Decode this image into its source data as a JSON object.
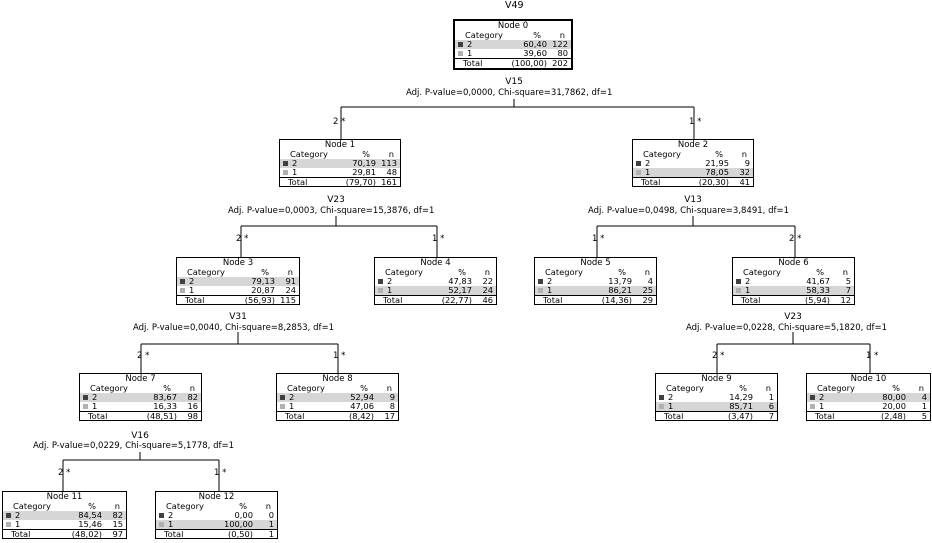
{
  "target": "V49",
  "header": {
    "category": "Category",
    "pct": "%",
    "n": "n"
  },
  "total_label": "Total",
  "nodes": {
    "n0": {
      "title": "Node 0",
      "r2_pct": "60,40",
      "r2_n": "122",
      "r1_pct": "39,60",
      "r1_n": "80",
      "t_pct": "(100,00)",
      "t_n": "202"
    },
    "n1": {
      "title": "Node 1",
      "r2_pct": "70,19",
      "r2_n": "113",
      "r1_pct": "29,81",
      "r1_n": "48",
      "t_pct": "(79,70)",
      "t_n": "161"
    },
    "n2": {
      "title": "Node 2",
      "r2_pct": "21,95",
      "r2_n": "9",
      "r1_pct": "78,05",
      "r1_n": "32",
      "t_pct": "(20,30)",
      "t_n": "41"
    },
    "n3": {
      "title": "Node 3",
      "r2_pct": "79,13",
      "r2_n": "91",
      "r1_pct": "20,87",
      "r1_n": "24",
      "t_pct": "(56,93)",
      "t_n": "115"
    },
    "n4": {
      "title": "Node 4",
      "r2_pct": "47,83",
      "r2_n": "22",
      "r1_pct": "52,17",
      "r1_n": "24",
      "t_pct": "(22,77)",
      "t_n": "46"
    },
    "n5": {
      "title": "Node 5",
      "r2_pct": "13,79",
      "r2_n": "4",
      "r1_pct": "86,21",
      "r1_n": "25",
      "t_pct": "(14,36)",
      "t_n": "29"
    },
    "n6": {
      "title": "Node 6",
      "r2_pct": "41,67",
      "r2_n": "5",
      "r1_pct": "58,33",
      "r1_n": "7",
      "t_pct": "(5,94)",
      "t_n": "12"
    },
    "n7": {
      "title": "Node 7",
      "r2_pct": "83,67",
      "r2_n": "82",
      "r1_pct": "16,33",
      "r1_n": "16",
      "t_pct": "(48,51)",
      "t_n": "98"
    },
    "n8": {
      "title": "Node 8",
      "r2_pct": "52,94",
      "r2_n": "9",
      "r1_pct": "47,06",
      "r1_n": "8",
      "t_pct": "(8,42)",
      "t_n": "17"
    },
    "n9": {
      "title": "Node 9",
      "r2_pct": "14,29",
      "r2_n": "1",
      "r1_pct": "85,71",
      "r1_n": "6",
      "t_pct": "(3,47)",
      "t_n": "7"
    },
    "n10": {
      "title": "Node 10",
      "r2_pct": "80,00",
      "r2_n": "4",
      "r1_pct": "20,00",
      "r1_n": "1",
      "t_pct": "(2,48)",
      "t_n": "5"
    },
    "n11": {
      "title": "Node 11",
      "r2_pct": "84,54",
      "r2_n": "82",
      "r1_pct": "15,46",
      "r1_n": "15",
      "t_pct": "(48,02)",
      "t_n": "97"
    },
    "n12": {
      "title": "Node 12",
      "r2_pct": "0,00",
      "r2_n": "0",
      "r1_pct": "100,00",
      "r1_n": "1",
      "t_pct": "(0,50)",
      "t_n": "1"
    }
  },
  "categories": {
    "c2": "2",
    "c1": "1"
  },
  "splits": {
    "s0": {
      "var": "V15",
      "stat": "Adj. P-value=0,0000, Chi-square=31,7862, df=1",
      "left": "2 *",
      "right": "1 *"
    },
    "s1": {
      "var": "V23",
      "stat": "Adj. P-value=0,0003, Chi-square=15,3876, df=1",
      "left": "2 *",
      "right": "1 *"
    },
    "s2": {
      "var": "V13",
      "stat": "Adj. P-value=0,0498, Chi-square=3,8491, df=1",
      "left": "1 *",
      "right": "2 *"
    },
    "s3": {
      "var": "V31",
      "stat": "Adj. P-value=0,0040, Chi-square=8,2853, df=1",
      "left": "2 *",
      "right": "1 *"
    },
    "s6": {
      "var": "V23",
      "stat": "Adj. P-value=0,0228, Chi-square=5,1820, df=1",
      "left": "2 *",
      "right": "1 *"
    },
    "s7": {
      "var": "V16",
      "stat": "Adj. P-value=0,0229, Chi-square=5,1778, df=1",
      "left": "2 *",
      "right": "1 *"
    }
  }
}
